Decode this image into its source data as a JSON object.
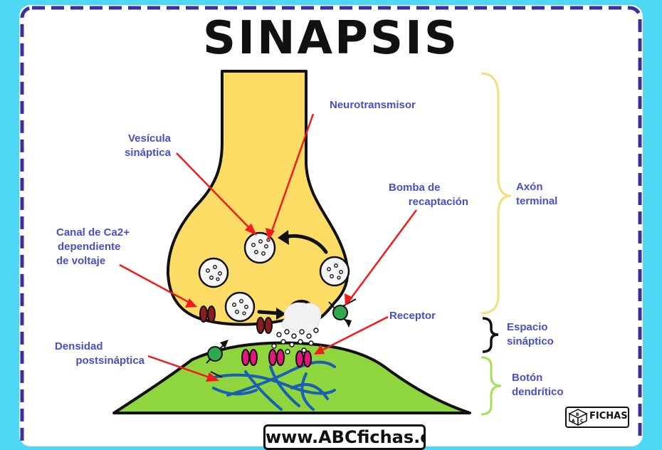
{
  "title": "SINAPSIS",
  "labels": {
    "neurotransmisor": "Neurotransmisor",
    "vesicula": [
      "Vesícula",
      "sináptica"
    ],
    "bomba": [
      "Bomba de",
      "recaptación"
    ],
    "canal": [
      "Canal de Ca2+",
      "dependiente",
      "de voltaje"
    ],
    "receptor": "Receptor",
    "densidad": [
      "Densidad",
      "postsináptica"
    ]
  },
  "regions": {
    "axon": [
      "Axón",
      "terminal"
    ],
    "espacio": [
      "Espacio",
      "sináptico"
    ],
    "boton": [
      "Botón",
      "dendrítico"
    ]
  },
  "footer": {
    "website": "www.ABCfichas.com",
    "brand": "FICHAS",
    "brand_cube_letters": [
      "A",
      "B",
      "C"
    ]
  },
  "colors": {
    "background": "#4fd8f5",
    "border_dash": "#3b2f9e",
    "axon_fill": "#fddc66",
    "dendrite_fill": "#8fd63e",
    "label_text": "#4a4fc9",
    "arrow": "#ee1c1c",
    "channel": "#8a1d1d",
    "receptor": "#e4177d",
    "pump": "#2fa84f",
    "filaments": "#1a5fb4",
    "brace_axon": "#f2e07a",
    "brace_space": "#111111",
    "brace_dendrite": "#a6e05a"
  }
}
